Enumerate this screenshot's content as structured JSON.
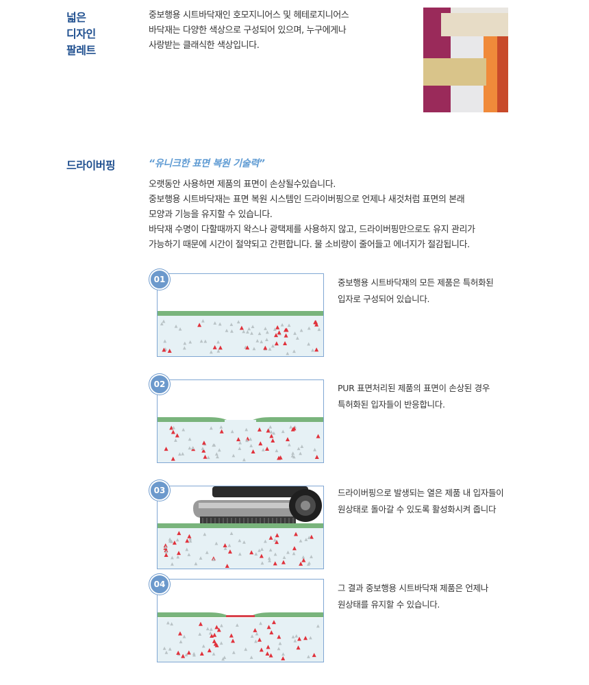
{
  "palette": {
    "title_lines": [
      "넓은",
      "디자인",
      "팔레트"
    ],
    "description_lines": [
      "중보행용 시트바닥재인 호모지니어스 및 헤테로지니어스",
      "바닥재는 다양한 색상으로 구성되어 있으며, 누구에게나",
      "사랑받는 클래식한 색상입니다."
    ],
    "swatch_colors": [
      "#9a2a5a",
      "#e7dcc6",
      "#d9c48a",
      "#e8e8ea",
      "#f08a3a",
      "#c84a2a"
    ]
  },
  "dry_buffing": {
    "title": "드라이버핑",
    "quote": "“유니크한 표면 복원 기술력”",
    "description_lines": [
      "오랫동안 사용하면 제품의 표면이 손상될수있습니다.",
      "중보행용 시트바닥재는 표면 복원 시스템인 드라이버핑으로 언제나 새것처럼 표면의 본래",
      "모양과 기능을 유지할 수 있습니다.",
      "바닥재 수명이 다할때까지 왁스나 광택제를 사용하지 않고, 드라이버핑만으로도 유지 관리가",
      "가능하기 때문에 시간이 절약되고 간편합니다. 물 소비량이 줄어들고 에너지가 절감됩니다."
    ],
    "steps": [
      {
        "number": "01",
        "text_lines": [
          "중보행용 시트바닥재의 모든 제품은 특허화된",
          "입자로 구성되어 있습니다."
        ]
      },
      {
        "number": "02",
        "text_lines": [
          "PUR 표면처리된 제품의 표면이 손상된 경우",
          "특허화된 입자들이 반응합니다."
        ]
      },
      {
        "number": "03",
        "text_lines": [
          "드라이버핑으로 발생되는 열은 제품 내 입자들이",
          "원상태로 돌아갈 수 있도록 활성화시켜 줍니다"
        ]
      },
      {
        "number": "04",
        "text_lines": [
          "그 결과 중보행용 시트바닥재 제품은 언제나",
          "원상태를 유지할 수 있습니다."
        ]
      }
    ],
    "colors": {
      "surface": "#79b47c",
      "base": "#e6f1f5",
      "particle_red": "#e0323c",
      "particle_gray": "#b9c3c6",
      "restored": "#d8404a",
      "badge": "#6c99cc",
      "frame": "#7fa6d3"
    }
  }
}
